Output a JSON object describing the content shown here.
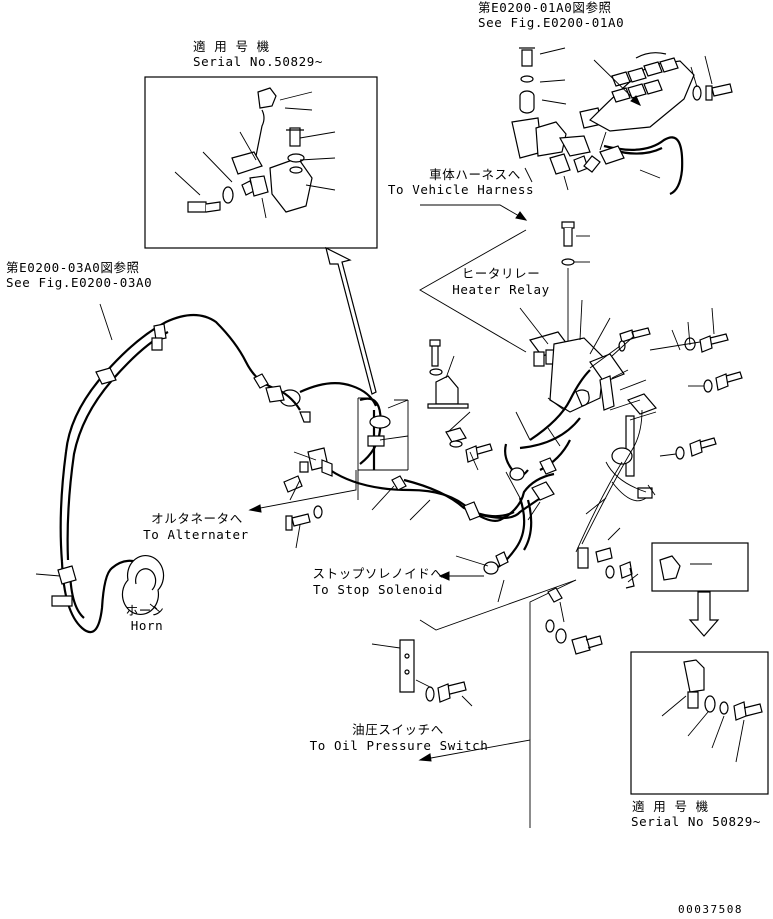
{
  "labels": {
    "ref_e0200_01a0_jp": "第E0200-01A0図参照",
    "ref_e0200_01a0_en": "See Fig.E0200-01A0",
    "applicable_serial_jp_top": "適 用 号 機",
    "applicable_serial_en_top": "Serial No.50829~",
    "vehicle_harness_jp": "車体ハーネスへ",
    "vehicle_harness_en": "To Vehicle Harness",
    "ref_e0200_03a0_jp": "第E0200-03A0図参照",
    "ref_e0200_03a0_en": "See Fig.E0200-03A0",
    "heater_relay_jp": "ヒータリレー",
    "heater_relay_en": "Heater Relay",
    "alternator_jp": "オルタネータへ",
    "alternator_en": "To Alternater",
    "horn_jp": "ホーン",
    "horn_en": "Horn",
    "stop_solenoid_jp": "ストップソレノイドへ",
    "stop_solenoid_en": "To Stop Solenoid",
    "oil_pressure_jp": "油圧スイッチへ",
    "oil_pressure_en": "To Oil Pressure Switch",
    "applicable_serial_jp_bottom": "適 用 号 機",
    "applicable_serial_en_bottom": "Serial No 50829~",
    "drawing_number": "00037508"
  }
}
